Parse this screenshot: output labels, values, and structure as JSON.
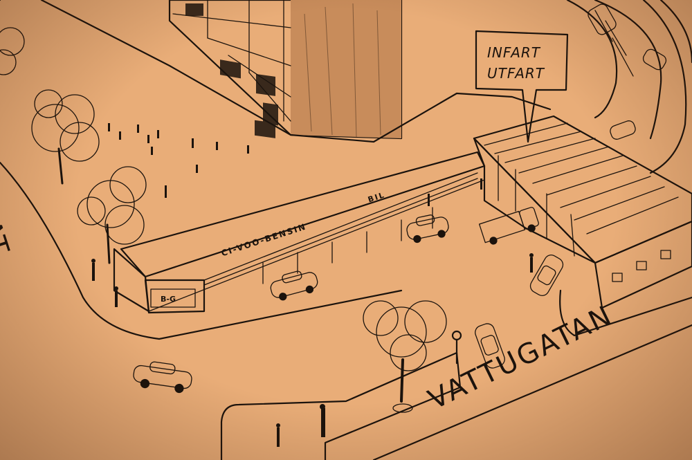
{
  "image": {
    "description_colors": {
      "paper": "#e9ad78",
      "ink": "#1b130d"
    }
  },
  "sign": {
    "line1": "INFART",
    "line2": "UTFART"
  },
  "streets": {
    "main": "VATTUGATAN",
    "left": "GAT."
  },
  "building": {
    "fascia_text": "CI-VOO-BENSIN",
    "fascia_text_2": "BIL"
  }
}
